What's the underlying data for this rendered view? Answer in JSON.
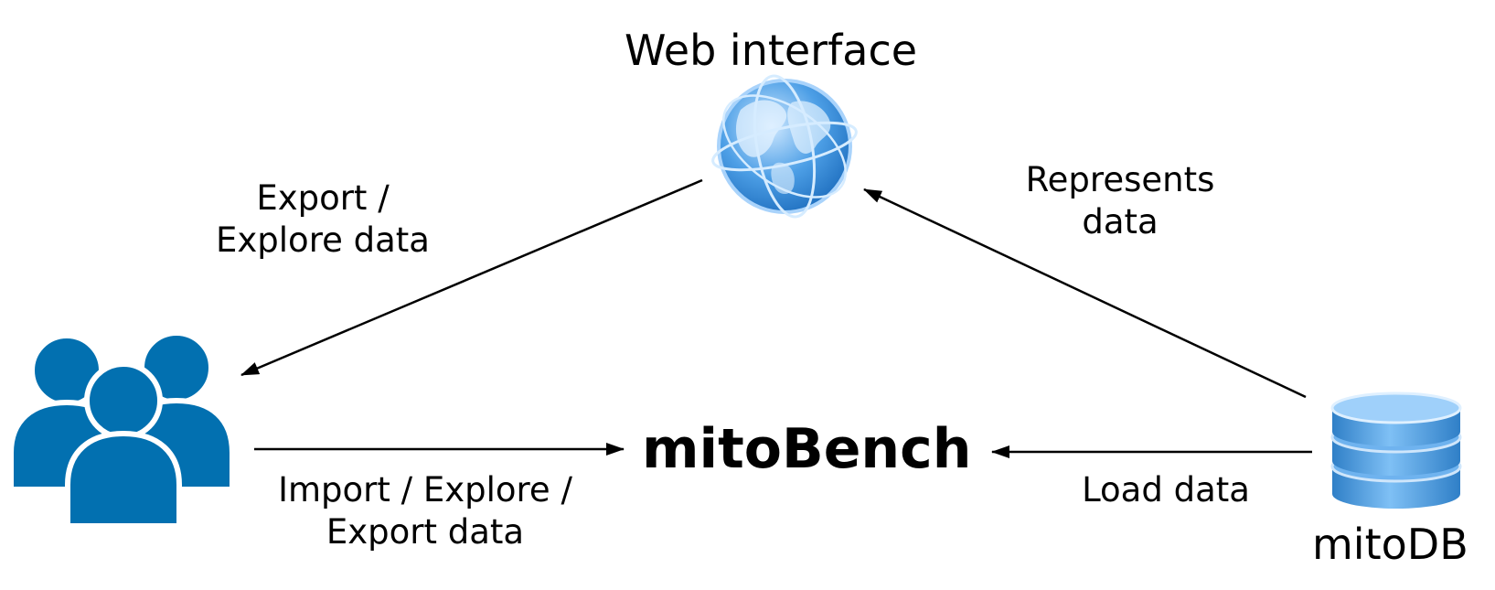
{
  "nodes": {
    "web": {
      "label": "Web interface",
      "icon": "globe-icon"
    },
    "bench": {
      "label": "mitoBench"
    },
    "db": {
      "label": "mitoDB",
      "icon": "database-icon"
    },
    "users": {
      "icon": "users-icon"
    }
  },
  "edges": {
    "web_to_users": {
      "line1": "Export /",
      "line2": "Explore data"
    },
    "users_to_bench": {
      "line1": "Import / Explore /",
      "line2": "Export data"
    },
    "db_to_bench": {
      "line1": "Load data"
    },
    "db_to_web": {
      "line1": "Represents",
      "line2": "data"
    }
  },
  "colors": {
    "users": "#0270b0",
    "globe": "#3b8fd8",
    "db": "#4a98dc",
    "arrow": "#000000"
  }
}
